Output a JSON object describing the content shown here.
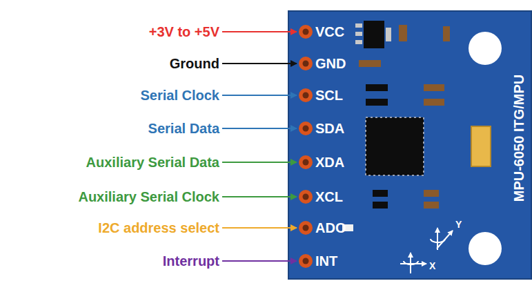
{
  "diagram": {
    "labels": [
      "+3V to +5V",
      "Ground",
      "Serial Clock",
      "Serial Data",
      "Auxiliary Serial Data",
      "Auxiliary Serial Clock",
      "I2C address select",
      "Interrupt",
      "VCC",
      "GND",
      "SCL",
      "SDA",
      "XDA",
      "XCL",
      "ADO",
      "INT",
      "MPU-6050 ITG/MPU",
      "Y",
      "X"
    ]
  }
}
